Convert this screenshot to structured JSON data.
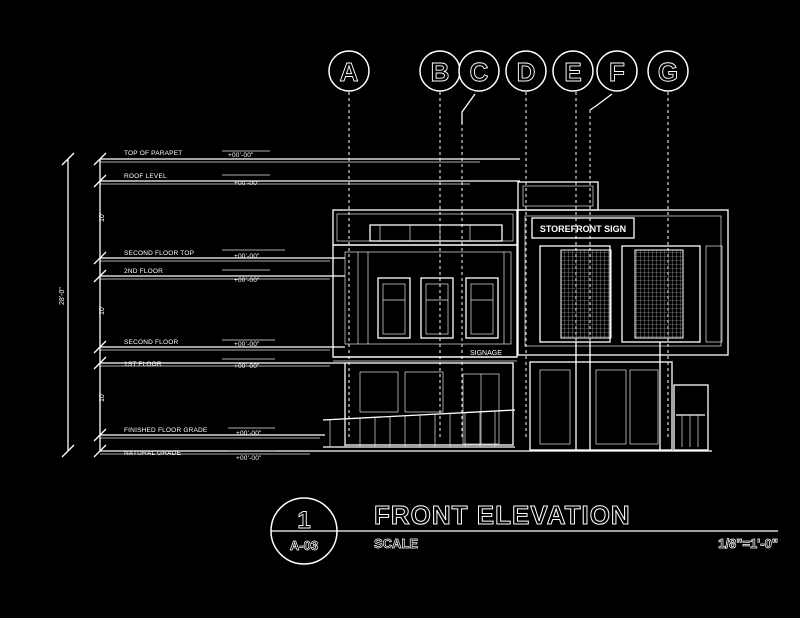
{
  "grid_bubbles": [
    "A",
    "B",
    "C",
    "D",
    "E",
    "F",
    "G"
  ],
  "levels": [
    {
      "label": "TOP OF PARAPET",
      "elev": "+00'-00\""
    },
    {
      "label": "ROOF LEVEL",
      "elev": "+00'-00\""
    },
    {
      "label": "SECOND FLOOR TOP",
      "elev": "+00'-00\""
    },
    {
      "label": "2ND FLOOR",
      "elev": "+00'-00\""
    },
    {
      "label": "SECOND FLOOR",
      "elev": "+00'-00\""
    },
    {
      "label": "1ST FLOOR",
      "elev": "+00'-00\""
    },
    {
      "label": "FINISHED FLOOR GRADE",
      "elev": "+00'-00\""
    },
    {
      "label": "NATURAL GRADE",
      "elev": "+00'-00\""
    }
  ],
  "dims": {
    "overall": "28'-0\"",
    "segments": [
      "10'",
      "10'",
      "10'"
    ]
  },
  "signage": {
    "main": "STOREFRONT SIGN",
    "small": "SIGNAGE"
  },
  "title_block": {
    "number": "1",
    "sheet": "A-03",
    "title": "FRONT ELEVATION",
    "scale_label": "SCALE",
    "scale_value": "1/8\"=1'-0\""
  }
}
